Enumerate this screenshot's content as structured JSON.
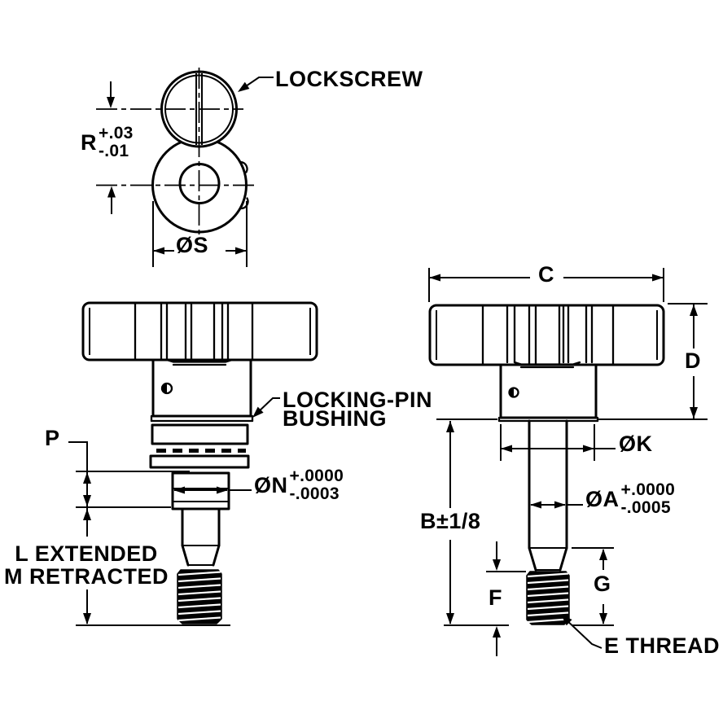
{
  "page": {
    "background": "#ffffff",
    "ink": "#000000"
  },
  "views": {
    "top": {
      "lockscrew_label": "LOCKSCREW",
      "radius": {
        "prefix": "R",
        "plus": "+.03",
        "minus": "-.01"
      },
      "diameter_s": "ØS"
    },
    "front": {
      "bushing_label_line1": "LOCKING-PIN",
      "bushing_label_line2": "BUSHING",
      "p": "P",
      "diameter_n": {
        "prefix": "ØN",
        "plus": "+.0000",
        "minus": "-.0003"
      },
      "extended": "L EXTENDED",
      "retracted": "M RETRACTED"
    },
    "side": {
      "c": "C",
      "d": "D",
      "diameter_k": "ØK",
      "diameter_a": {
        "prefix": "ØA",
        "plus": "+.0000",
        "minus": "-.0005"
      },
      "b": "B±1/8",
      "f": "F",
      "g": "G",
      "e_thread": "E THREAD"
    }
  }
}
